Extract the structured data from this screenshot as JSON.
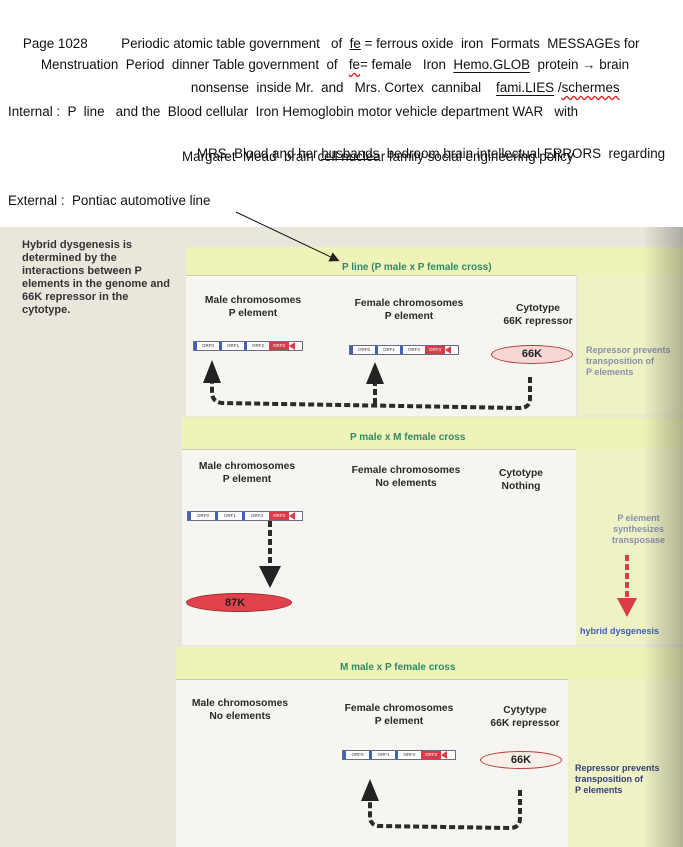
{
  "header": {
    "line1": {
      "a": "Page 1028         Periodic atomic table government   of  ",
      "b": "fe",
      "c": " = ferrous oxide  iron  Formats  MESSAGEs for"
    },
    "line2": {
      "a": "Menstruation  Period  dinner Table government  of   ",
      "b": "fe",
      "c": "= female   Iron  ",
      "d": "Hemo.GLOB",
      "e": "  protein → brain"
    },
    "line3": {
      "a": "nonsense  inside Mr.  and   Mrs. Cortex  cannibal    ",
      "b": "fami.LIES",
      "c": " /",
      "d": "schermes"
    }
  },
  "internal": {
    "line1": "Internal :  P  line   and the  Blood cellular  Iron Hemoglobin motor vehicle department WAR   with",
    "line2": {
      "a": "MRS. Blood and her ",
      "b": "husbands",
      "c": "  bedroom brain intellectual ERRORS  regarding"
    },
    "line3": "Margaret  Mead  brain cell nuclear family social engineering policy"
  },
  "external": {
    "line1": "External :  Pontiac automotive line"
  },
  "figure": {
    "caption": "Hybrid dysgenesis is determined by the interactions between P elements in the genome and 66K repressor in the cytotype.",
    "colors": {
      "band": "#f0f3b8",
      "green_text": "#2c8a6a",
      "red": "#d93b47",
      "blue": "#3e63b8"
    },
    "panel1": {
      "title": "P line (P male x P female cross)",
      "male": "Male chromosomes\nP element",
      "female": "Female chromosomes\nP element",
      "cyto": "Cytotype\n66K repressor",
      "protein": "66K",
      "note": "Repressor prevents\ntransposition of\nP elements",
      "orfs": [
        "ORF0",
        "ORF1",
        "ORF2",
        "ORF3"
      ]
    },
    "panel2": {
      "title": "P  male x M female cross",
      "male": "Male chromosomes\nP element",
      "female": "Female chromosomes\nNo elements",
      "cyto": "Cytotype\nNothing",
      "protein": "87K",
      "note": "P element\nsynthesizes\ntransposase",
      "result": "hybrid dysgenesis",
      "orfs": [
        "ORF0",
        "ORF1",
        "ORF3",
        "ORF3"
      ]
    },
    "panel3": {
      "title": "M male x P female cross",
      "male": "Male chromosomes\nNo elements",
      "female": "Female chromosomes\nP element",
      "cyto": "Cytytype\n66K repressor",
      "protein": "66K",
      "note": "Repressor prevents\ntransposition of\nP elements",
      "orfs": [
        "ORF0",
        "ORF1",
        "ORF2",
        "ORF3"
      ]
    }
  }
}
